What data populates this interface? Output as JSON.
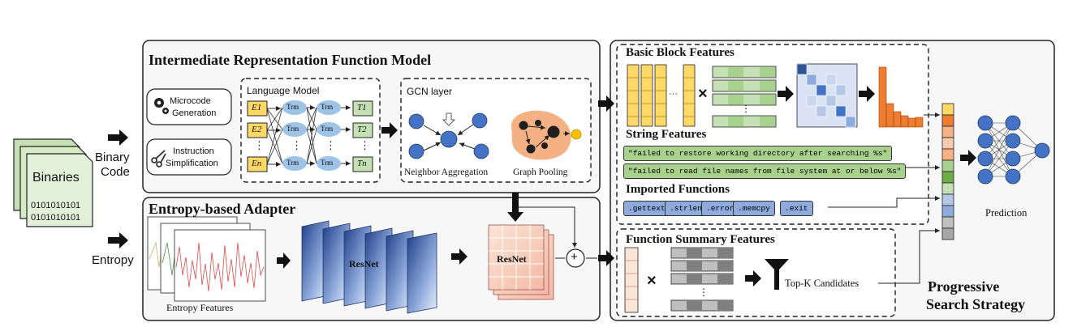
{
  "inputs": {
    "binaries_label": "Binaries",
    "bits_line1": "0101010101",
    "bits_line2": "0101010101",
    "binary_code_line1": "Binary",
    "binary_code_line2": "Code",
    "entropy_label": "Entropy"
  },
  "ir_model": {
    "title": "Intermediate Representation  Function Model",
    "microcode_line1": "Microcode",
    "microcode_line2": "Generation",
    "instruction_line1": "Instruction",
    "instruction_line2": "Simplification",
    "language_model_title": "Language Model",
    "input_tokens": [
      "E1",
      "E2",
      "En"
    ],
    "output_tokens": [
      "T1",
      "T2",
      "Tn"
    ],
    "trm_label": "Trm",
    "dots": "⋮",
    "gcn_title": "GCN layer",
    "neighbor_label": "Neighbor Aggregation",
    "pooling_label": "Graph Pooling"
  },
  "entropy_adapter": {
    "title": "Entropy-based Adapter",
    "features_label": "Entropy Features",
    "resnet_label_1": "ResNet",
    "resnet_label_2": "ResNet",
    "plus_symbol": "+"
  },
  "basic_block": {
    "title": "Basic Block Features",
    "times": "×",
    "hdots": "···",
    "vdots": "⋮"
  },
  "string_features": {
    "title": "String Features",
    "strings": [
      "\"failed to restore working directory after searching %s\"",
      "\"failed to read file names from file system at or below %s\""
    ]
  },
  "imported_functions": {
    "title": "Imported Functions",
    "items": [
      ".gettext",
      ".strlen",
      ".error",
      ".memcpy",
      ".exit"
    ]
  },
  "function_summary": {
    "title": "Function Summary Features",
    "times": "×",
    "vdots": "⋮",
    "topk_label": "Top-K Candidates"
  },
  "search": {
    "title_line1": "Progressive",
    "title_line2": "Search Strategy",
    "prediction_label": "Prediction"
  },
  "colors": {
    "yellow_token": "#ffd966",
    "green_token": "#c5e0b4",
    "trm_ellipse": "#9dc3e6",
    "graph_node": "#4472c4",
    "pooling_blob": "#f4b183",
    "pooling_out": "#ffc000",
    "resnet_blue": "#2f5597",
    "resnet_pink": "#f8cbad",
    "bar_orange": "#ed7d31",
    "string_green": "#a9d18e",
    "import_blue": "#8faadc"
  }
}
